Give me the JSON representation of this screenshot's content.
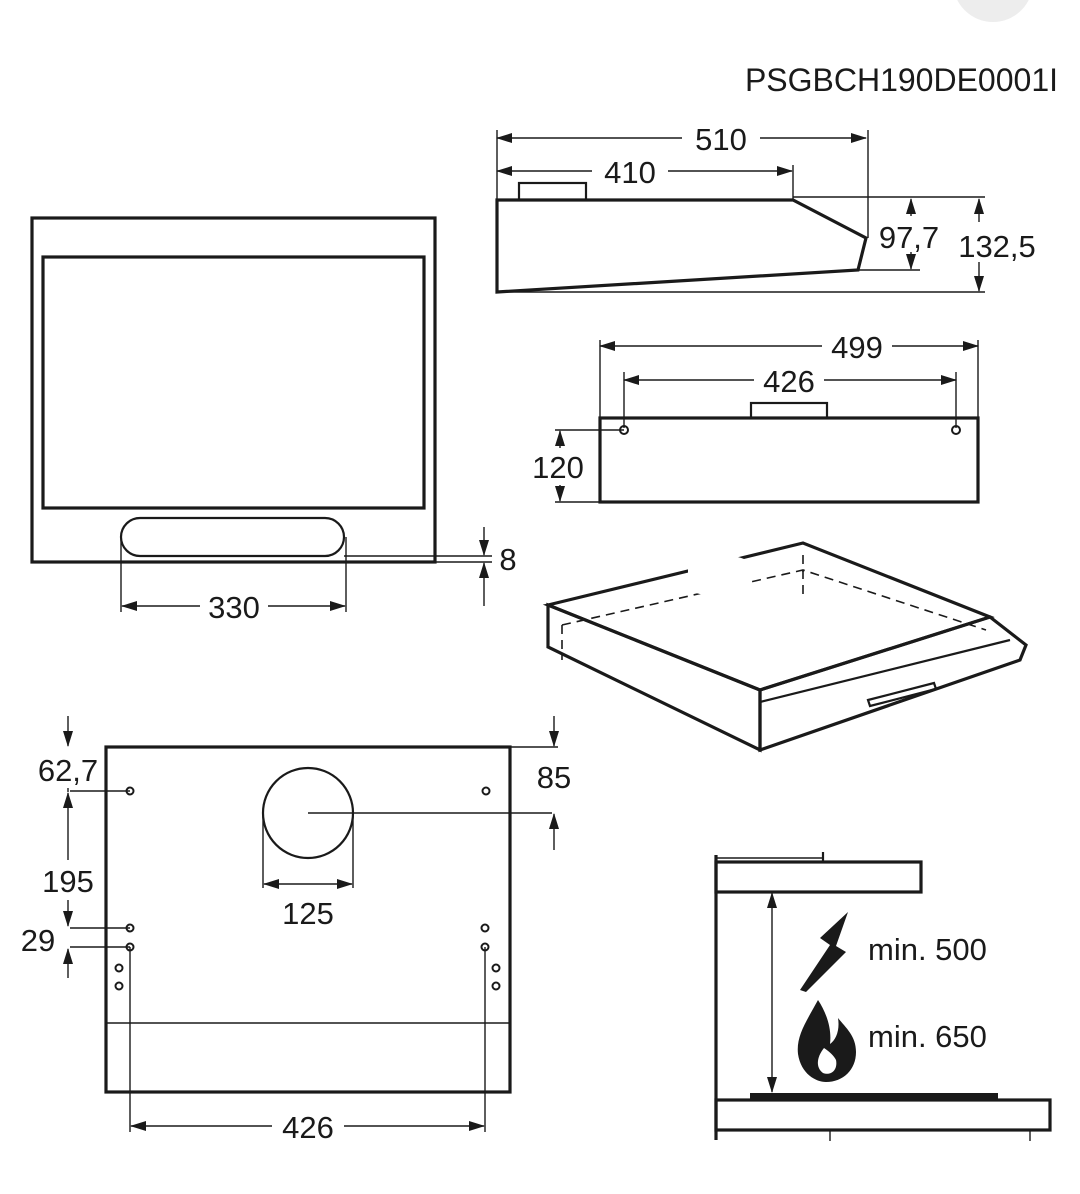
{
  "product_code": "PSGBCH190DE0001I",
  "side_view": {
    "overall_depth": "510",
    "top_depth": "410",
    "front_height": "97,7",
    "overall_height": "132,5"
  },
  "back_view": {
    "overall_width": "499",
    "mount_hole_spacing": "426",
    "height": "120"
  },
  "front_view": {
    "filter_width": "330",
    "filter_offset": "8"
  },
  "bottom_view": {
    "rear_hole_offset_left": "62,7",
    "outlet_offset": "85",
    "hole_spacing_vertical": "195",
    "hole_pitch": "29",
    "outlet_diameter": "125",
    "hole_spacing_horizontal": "426"
  },
  "clearance": {
    "electric_min": "min. 500",
    "gas_min": "min. 650"
  },
  "icons": [
    "lightning-icon",
    "flame-icon"
  ]
}
